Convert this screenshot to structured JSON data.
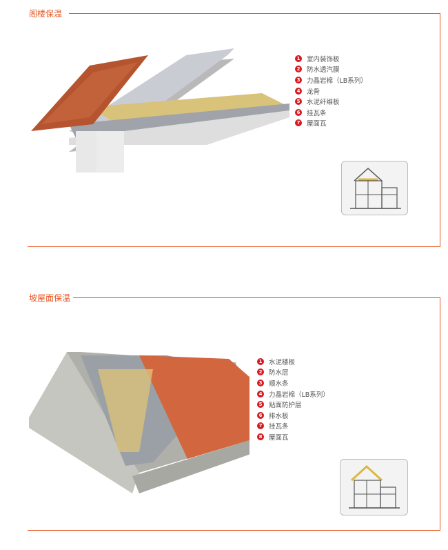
{
  "sections": [
    {
      "title": "阁楼保温",
      "legend": [
        {
          "n": "1",
          "label": "室内装饰板"
        },
        {
          "n": "2",
          "label": "防水透汽膜"
        },
        {
          "n": "3",
          "label": "力晶岩棉（LB系列）"
        },
        {
          "n": "4",
          "label": "龙骨"
        },
        {
          "n": "5",
          "label": "水泥纤维板"
        },
        {
          "n": "6",
          "label": "挂瓦条"
        },
        {
          "n": "7",
          "label": "屋面瓦"
        }
      ]
    },
    {
      "title": "坡屋面保温",
      "legend": [
        {
          "n": "1",
          "label": "水泥楼板"
        },
        {
          "n": "2",
          "label": "防水层"
        },
        {
          "n": "3",
          "label": "顺水条"
        },
        {
          "n": "4",
          "label": "力晶岩棉（LB系列）"
        },
        {
          "n": "5",
          "label": "贴面防护层"
        },
        {
          "n": "6",
          "label": "排水板"
        },
        {
          "n": "7",
          "label": "挂瓦条"
        },
        {
          "n": "8",
          "label": "屋面瓦"
        }
      ]
    }
  ],
  "colors": {
    "accent": "#e8541e",
    "marker": "#d71920"
  }
}
